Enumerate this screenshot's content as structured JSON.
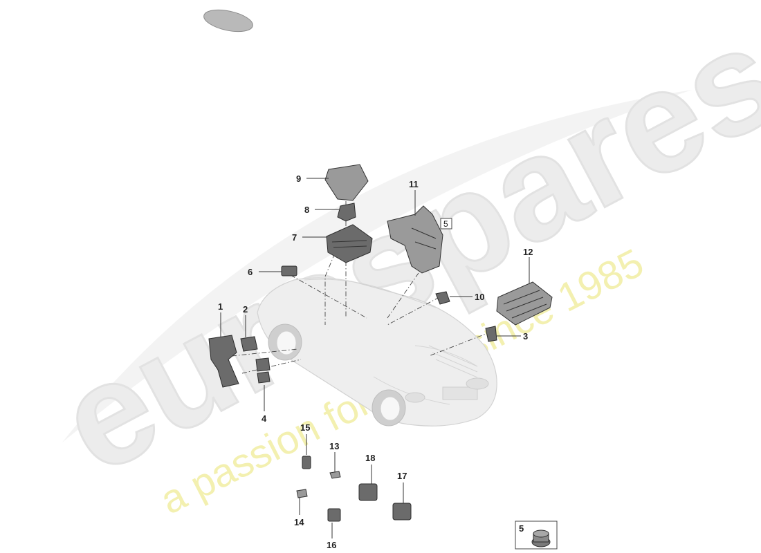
{
  "watermark": {
    "brand": "eurospares",
    "slogan": "a passion for parts since 1985"
  },
  "callouts": [
    "1",
    "2",
    "3",
    "4",
    "5",
    "6",
    "7",
    "8",
    "9",
    "10",
    "11",
    "12",
    "13",
    "14",
    "15",
    "16",
    "17",
    "18"
  ],
  "reference_labels": {
    "near_part_11": "5",
    "detail_box": "5"
  },
  "colors": {
    "part_fill": "#6b6b6b",
    "car_body": "#eeeeee",
    "watermark_brand": "#ececec",
    "watermark_slogan": "#f3f0b0"
  }
}
